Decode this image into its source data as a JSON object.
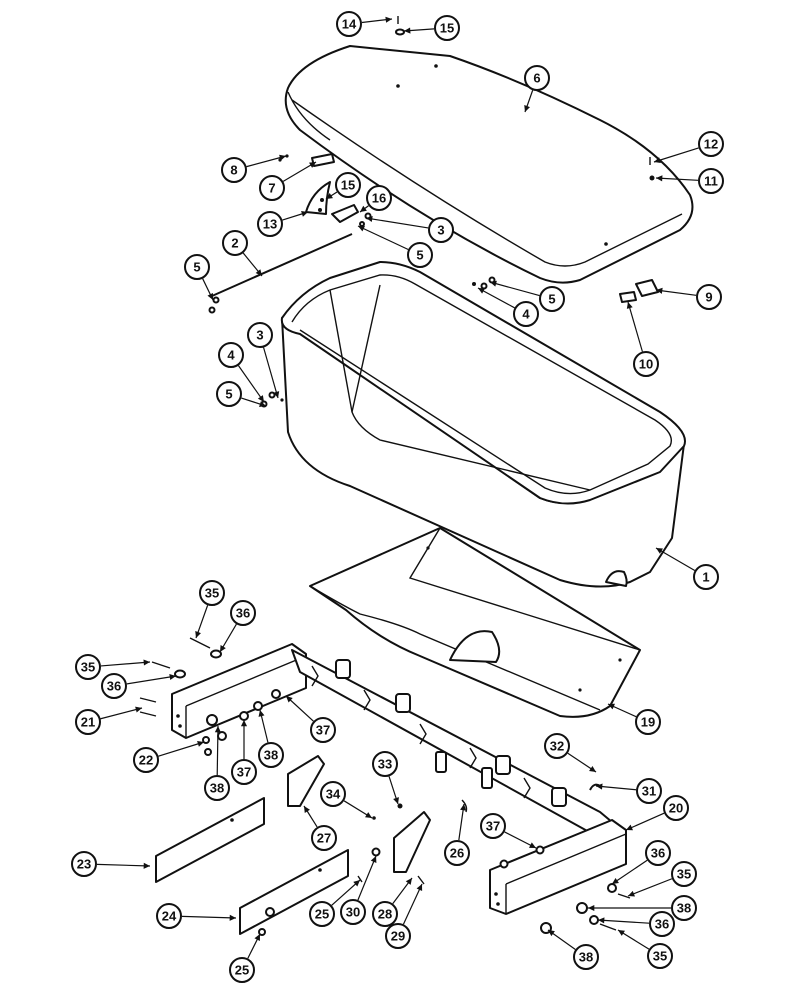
{
  "palette": {
    "line": "#111111",
    "paper": "#ffffff"
  },
  "callouts": [
    {
      "id": "c14",
      "label": "14"
    },
    {
      "id": "c15a",
      "label": "15"
    },
    {
      "id": "c6",
      "label": "6"
    },
    {
      "id": "c12",
      "label": "12"
    },
    {
      "id": "c11",
      "label": "11"
    },
    {
      "id": "c8",
      "label": "8"
    },
    {
      "id": "c7",
      "label": "7"
    },
    {
      "id": "c15b",
      "label": "15"
    },
    {
      "id": "c16",
      "label": "16"
    },
    {
      "id": "c13",
      "label": "13"
    },
    {
      "id": "c3a",
      "label": "3"
    },
    {
      "id": "c2",
      "label": "2"
    },
    {
      "id": "c5a",
      "label": "5"
    },
    {
      "id": "c5b",
      "label": "5"
    },
    {
      "id": "c5c",
      "label": "5"
    },
    {
      "id": "c4a",
      "label": "4"
    },
    {
      "id": "c9",
      "label": "9"
    },
    {
      "id": "c10",
      "label": "10"
    },
    {
      "id": "c3b",
      "label": "3"
    },
    {
      "id": "c4b",
      "label": "4"
    },
    {
      "id": "c5d",
      "label": "5"
    },
    {
      "id": "c1",
      "label": "1"
    },
    {
      "id": "c35a",
      "label": "35"
    },
    {
      "id": "c36a",
      "label": "36"
    },
    {
      "id": "c35b",
      "label": "35"
    },
    {
      "id": "c36b",
      "label": "36"
    },
    {
      "id": "c21",
      "label": "21"
    },
    {
      "id": "c19",
      "label": "19"
    },
    {
      "id": "c37a",
      "label": "37"
    },
    {
      "id": "c22",
      "label": "22"
    },
    {
      "id": "c38a",
      "label": "38"
    },
    {
      "id": "c37b",
      "label": "37"
    },
    {
      "id": "c38b",
      "label": "38"
    },
    {
      "id": "c32",
      "label": "32"
    },
    {
      "id": "c33",
      "label": "33"
    },
    {
      "id": "c31",
      "label": "31"
    },
    {
      "id": "c34",
      "label": "34"
    },
    {
      "id": "c20",
      "label": "20"
    },
    {
      "id": "c27",
      "label": "27"
    },
    {
      "id": "c26",
      "label": "26"
    },
    {
      "id": "c37c",
      "label": "37"
    },
    {
      "id": "c23",
      "label": "23"
    },
    {
      "id": "c36c",
      "label": "36"
    },
    {
      "id": "c35c",
      "label": "35"
    },
    {
      "id": "c38c",
      "label": "38"
    },
    {
      "id": "c24",
      "label": "24"
    },
    {
      "id": "c25a",
      "label": "25"
    },
    {
      "id": "c30",
      "label": "30"
    },
    {
      "id": "c28",
      "label": "28"
    },
    {
      "id": "c29",
      "label": "29"
    },
    {
      "id": "c36d",
      "label": "36"
    },
    {
      "id": "c35d",
      "label": "35"
    },
    {
      "id": "c25b",
      "label": "25"
    },
    {
      "id": "c38d",
      "label": "38"
    }
  ]
}
